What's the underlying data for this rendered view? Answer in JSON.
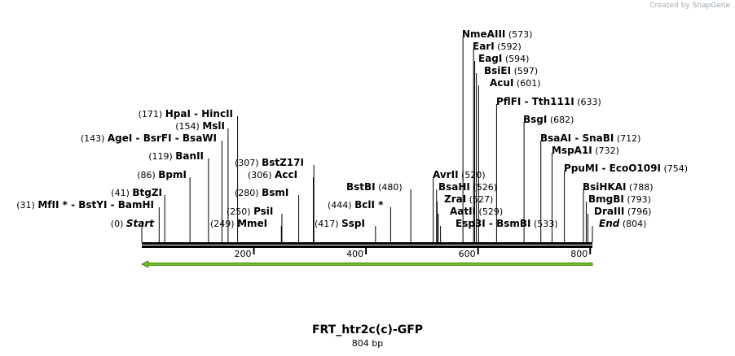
{
  "credit": {
    "prefix": "Created by",
    "brand": "SnapGene"
  },
  "sequence": {
    "name": "FRT_htr2c(c)-GFP",
    "length_label": "804 bp",
    "length": 804,
    "ticks": [
      200,
      400,
      600,
      800
    ]
  },
  "feature": {
    "type": "arrow",
    "direction": "reverse",
    "start": 1,
    "end": 804,
    "color": "#6cc21c"
  },
  "sites": [
    {
      "name": "Start",
      "pos": 0,
      "italic": true
    },
    {
      "name": "MfII *",
      "pos": 31
    },
    {
      "name": "BstYI",
      "pos": 31
    },
    {
      "name": "BamHI",
      "pos": 31
    },
    {
      "name": "BtgZI",
      "pos": 41
    },
    {
      "name": "BpmI",
      "pos": 86
    },
    {
      "name": "BanII",
      "pos": 119
    },
    {
      "name": "AgeI",
      "pos": 143
    },
    {
      "name": "BsrFI",
      "pos": 143
    },
    {
      "name": "BsaWI",
      "pos": 143
    },
    {
      "name": "MslI",
      "pos": 154
    },
    {
      "name": "HpaI",
      "pos": 171
    },
    {
      "name": "HincII",
      "pos": 171
    },
    {
      "name": "MmeI",
      "pos": 249
    },
    {
      "name": "PsiI",
      "pos": 250
    },
    {
      "name": "BsmI",
      "pos": 280
    },
    {
      "name": "AccI",
      "pos": 306
    },
    {
      "name": "BstZ17I",
      "pos": 307
    },
    {
      "name": "SspI",
      "pos": 417
    },
    {
      "name": "BclI *",
      "pos": 444
    },
    {
      "name": "BstBI",
      "pos": 480
    },
    {
      "name": "AvrII",
      "pos": 520
    },
    {
      "name": "BsaHI",
      "pos": 526
    },
    {
      "name": "ZraI",
      "pos": 527
    },
    {
      "name": "AatII",
      "pos": 529
    },
    {
      "name": "Esp3I",
      "pos": 533
    },
    {
      "name": "BsmBI",
      "pos": 533
    },
    {
      "name": "NmeAIII",
      "pos": 573
    },
    {
      "name": "EarI",
      "pos": 592
    },
    {
      "name": "EagI",
      "pos": 594
    },
    {
      "name": "BsiEI",
      "pos": 597
    },
    {
      "name": "AcuI",
      "pos": 601
    },
    {
      "name": "PflFI",
      "pos": 633
    },
    {
      "name": "Tth111I",
      "pos": 633
    },
    {
      "name": "BsgI",
      "pos": 682
    },
    {
      "name": "BsaAI",
      "pos": 712
    },
    {
      "name": "SnaBI",
      "pos": 712
    },
    {
      "name": "MspA1I",
      "pos": 732
    },
    {
      "name": "PpuMI",
      "pos": 754
    },
    {
      "name": "EcoO109I",
      "pos": 754
    },
    {
      "name": "BsiHKAI",
      "pos": 788
    },
    {
      "name": "BmgBI",
      "pos": 793
    },
    {
      "name": "DraIII",
      "pos": 796
    },
    {
      "name": "End",
      "pos": 804,
      "italic": true
    }
  ],
  "labels": [
    {
      "side": "left",
      "pos": "(0)",
      "names": [
        "Start"
      ],
      "italic": true,
      "site": 0
    },
    {
      "side": "left",
      "pos": "(31)",
      "names": [
        "MfII *",
        "BstYI",
        "BamHI"
      ],
      "site": 31
    },
    {
      "side": "left",
      "pos": "(41)",
      "names": [
        "BtgZI"
      ],
      "site": 41
    },
    {
      "side": "left",
      "pos": "(86)",
      "names": [
        "BpmI"
      ],
      "site": 86
    },
    {
      "side": "left",
      "pos": "(119)",
      "names": [
        "BanII"
      ],
      "site": 119
    },
    {
      "side": "left",
      "pos": "(143)",
      "names": [
        "AgeI",
        "BsrFI",
        "BsaWI"
      ],
      "site": 143
    },
    {
      "side": "left",
      "pos": "(154)",
      "names": [
        "MslI"
      ],
      "site": 154
    },
    {
      "side": "left",
      "pos": "(171)",
      "names": [
        "HpaI",
        "HincII"
      ],
      "site": 171
    },
    {
      "side": "right",
      "pos": "(249)",
      "names": [
        "MmeI"
      ],
      "site": 249
    },
    {
      "side": "right",
      "pos": "(250)",
      "names": [
        "PsiI"
      ],
      "site": 250
    },
    {
      "side": "right",
      "pos": "(280)",
      "names": [
        "BsmI"
      ],
      "site": 280
    },
    {
      "side": "right",
      "pos": "(306)",
      "names": [
        "AccI"
      ],
      "site": 306
    },
    {
      "side": "right",
      "pos": "(307)",
      "names": [
        "BstZ17I"
      ],
      "site": 307
    },
    {
      "side": "right",
      "pos": "(417)",
      "names": [
        "SspI"
      ],
      "site": 417
    },
    {
      "side": "right",
      "pos": "(444)",
      "names": [
        "BclI *"
      ],
      "site": 444
    },
    {
      "side": "right",
      "pos": "(480)",
      "names": [
        "BstBI"
      ],
      "site": 480
    },
    {
      "side": "left",
      "pos": "(520)",
      "names": [
        "AvrII"
      ],
      "site": 520
    },
    {
      "side": "left",
      "pos": "(526)",
      "names": [
        "BsaHI"
      ],
      "site": 526
    },
    {
      "side": "left",
      "pos": "(527)",
      "names": [
        "ZraI"
      ],
      "site": 527
    },
    {
      "side": "left",
      "pos": "(529)",
      "names": [
        "AatII"
      ],
      "site": 529
    },
    {
      "side": "left",
      "pos": "(533)",
      "names": [
        "Esp3I",
        "BsmBI"
      ],
      "site": 533
    },
    {
      "side": "left",
      "pos": "(573)",
      "names": [
        "NmeAIII"
      ],
      "site": 573
    },
    {
      "side": "left",
      "pos": "(592)",
      "names": [
        "EarI"
      ],
      "site": 592
    },
    {
      "side": "left",
      "pos": "(594)",
      "names": [
        "EagI"
      ],
      "site": 594
    },
    {
      "side": "left",
      "pos": "(597)",
      "names": [
        "BsiEI"
      ],
      "site": 597
    },
    {
      "side": "left",
      "pos": "(601)",
      "names": [
        "AcuI"
      ],
      "site": 601
    },
    {
      "side": "left",
      "pos": "(633)",
      "names": [
        "PflFI",
        "Tth111I"
      ],
      "site": 633
    },
    {
      "side": "left",
      "pos": "(682)",
      "names": [
        "BsgI"
      ],
      "site": 682
    },
    {
      "side": "left",
      "pos": "(712)",
      "names": [
        "BsaAI",
        "SnaBI"
      ],
      "site": 712
    },
    {
      "side": "left",
      "pos": "(732)",
      "names": [
        "MspA1I"
      ],
      "site": 732
    },
    {
      "side": "left",
      "pos": "(754)",
      "names": [
        "PpuMI",
        "EcoO109I"
      ],
      "site": 754
    },
    {
      "side": "left",
      "pos": "(788)",
      "names": [
        "BsiHKAI"
      ],
      "site": 788
    },
    {
      "side": "left",
      "pos": "(793)",
      "names": [
        "BmgBI"
      ],
      "site": 793
    },
    {
      "side": "left",
      "pos": "(796)",
      "names": [
        "DraIII"
      ],
      "site": 796
    },
    {
      "side": "left",
      "pos": "(804)",
      "names": [
        "End"
      ],
      "italic": true,
      "site": 804
    }
  ]
}
